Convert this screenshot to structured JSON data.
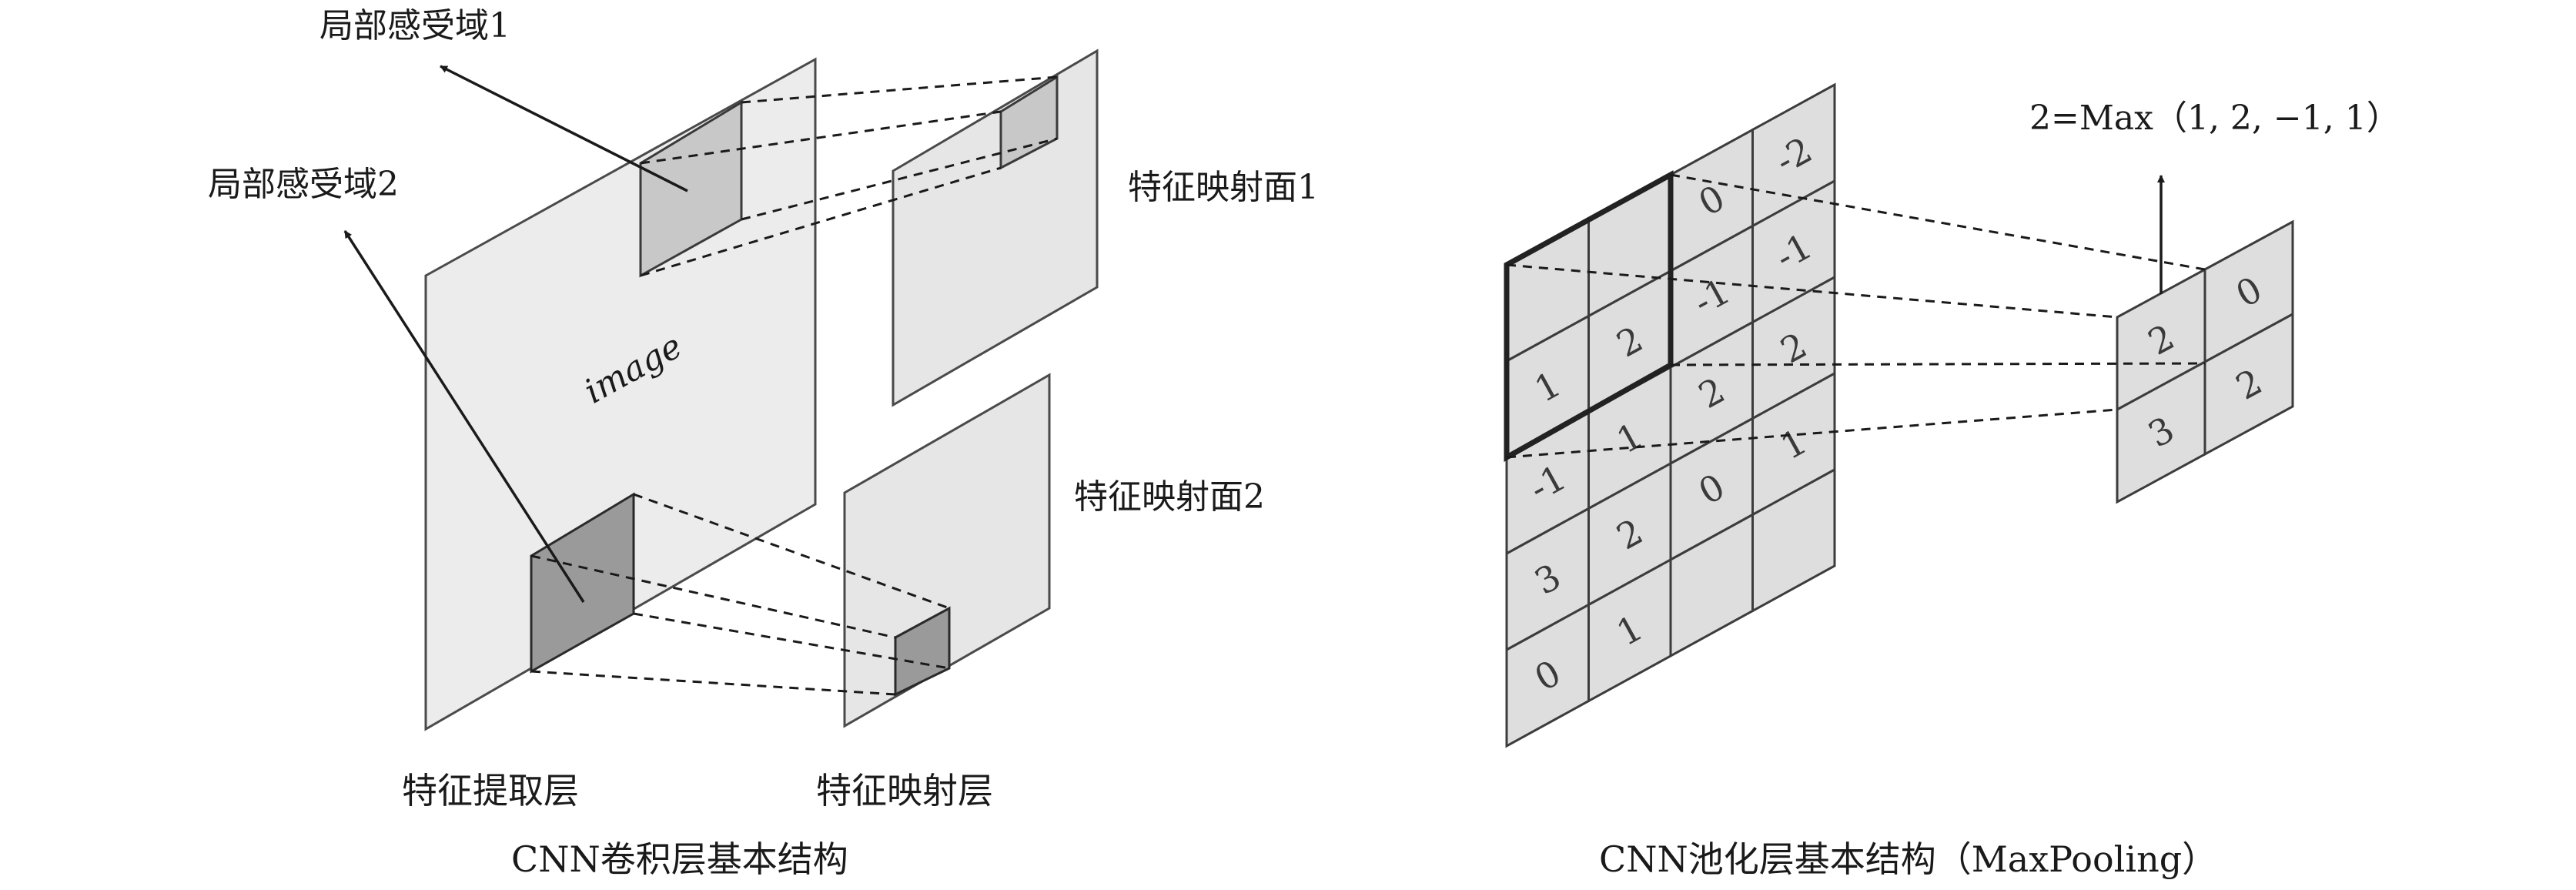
{
  "left_panel": {
    "caption": "CNN卷积层基本结构",
    "image_label": "image",
    "receptive_field_1": "局部感受域1",
    "receptive_field_2": "局部感受域2",
    "feature_map_1": "特征映射面1",
    "feature_map_2": "特征映射面2",
    "extraction_layer": "特征提取层",
    "mapping_layer": "特征映射层"
  },
  "right_panel": {
    "caption": "CNN池化层基本结构（MaxPooling）",
    "formula": "2=Max（1, 2, −1, 1）",
    "input_grid": [
      [
        "",
        "",
        "0",
        "-2"
      ],
      [
        "1",
        "2",
        "-1",
        "-1"
      ],
      [
        "-1",
        "1",
        "2",
        "2"
      ],
      [
        "3",
        "2",
        "0",
        "1"
      ],
      [
        "0",
        "1",
        "",
        ""
      ]
    ],
    "output_grid": [
      [
        "2",
        "0"
      ],
      [
        "3",
        "2"
      ]
    ]
  },
  "colors": {
    "sheet": "#e6e6e6",
    "receptive_field_light": "#c8c8c8",
    "receptive_field_dark": "#9a9a9a",
    "line": "#1a1a1a"
  }
}
